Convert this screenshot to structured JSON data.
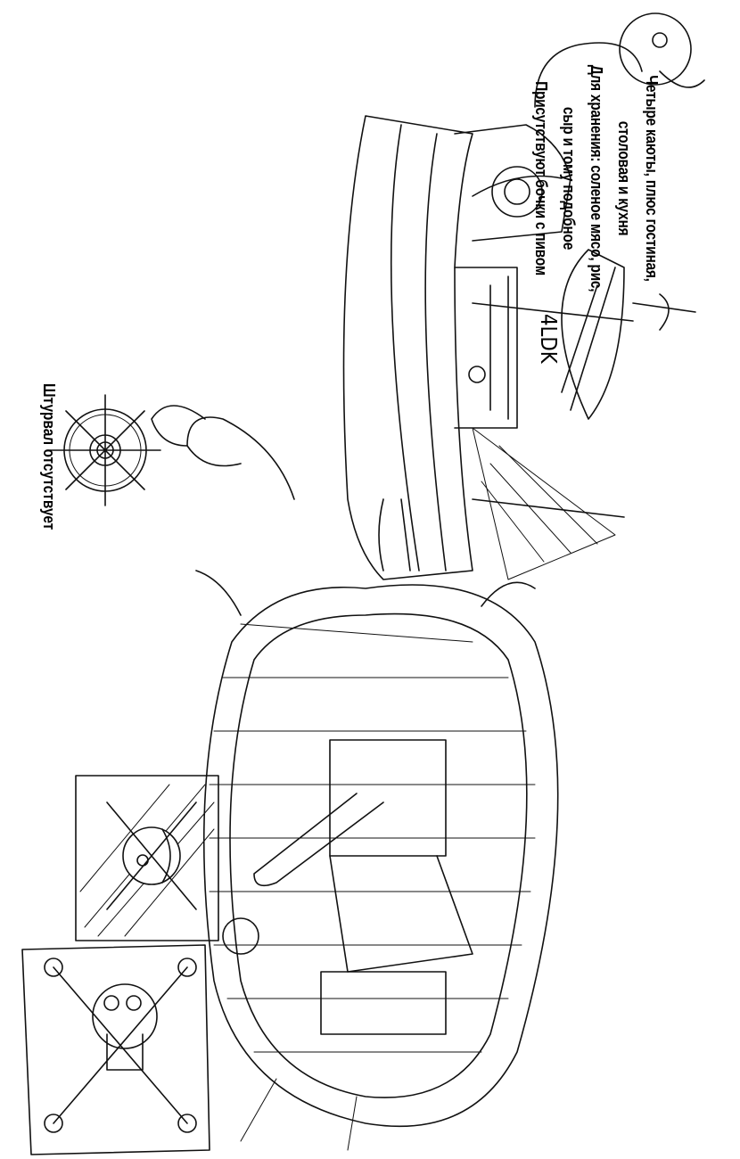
{
  "notes": {
    "lines": [
      "Четыре каюты, плюс гостиная,",
      "столовая и кухня",
      "Для хранения: соленое мясо, рис,",
      "сыр и тому подобное",
      "Присутствуют бочки с пивом"
    ],
    "layout_label": "4LDK",
    "wheel_note": "Штурвал отсутствует"
  }
}
